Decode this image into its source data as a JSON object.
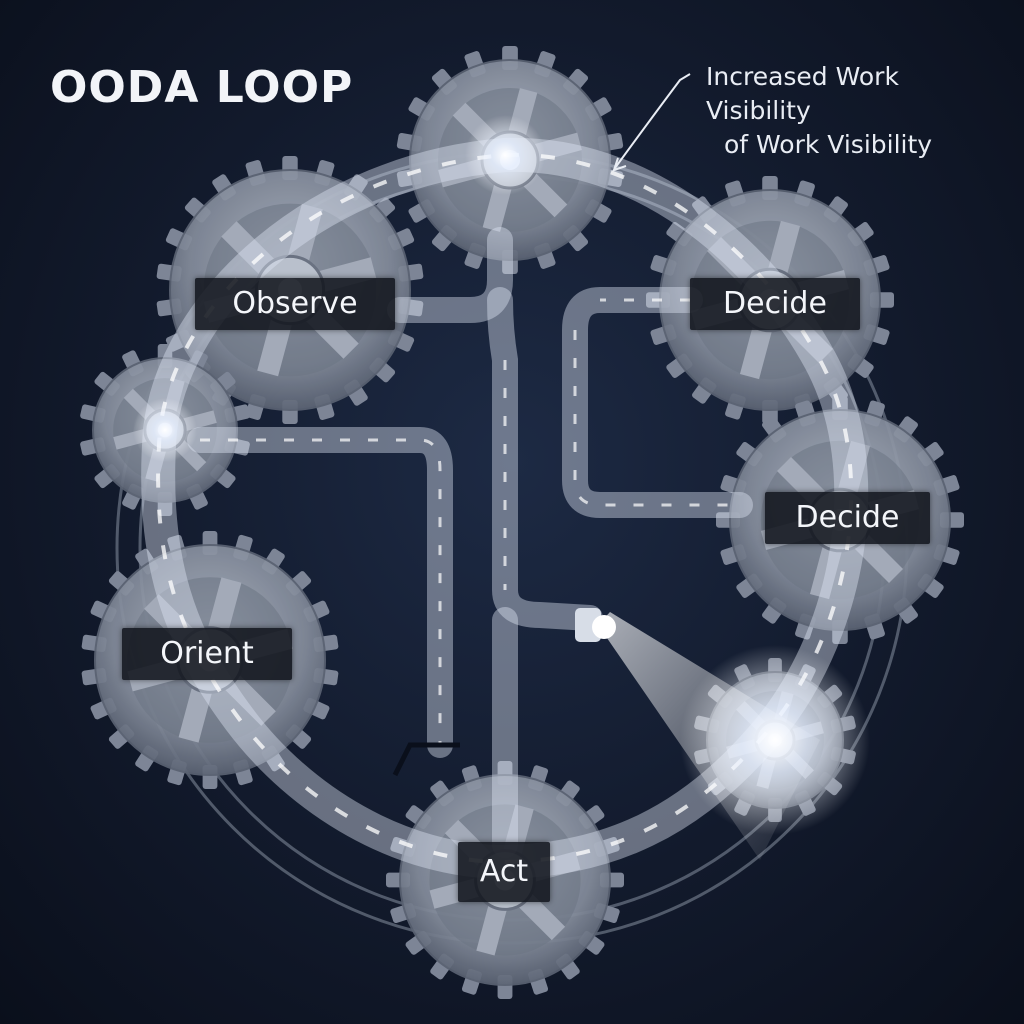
{
  "title": "OODA LOOP",
  "annotation": {
    "line1": "Increased Work Visibility",
    "line2": "of Work Visibility"
  },
  "stages": {
    "observe": "Observe",
    "decide_top": "Decide",
    "decide_right": "Decide",
    "orient": "Orient",
    "act": "Act"
  },
  "colors": {
    "background": "#121a2c",
    "gear": "#8f97a6",
    "pipe": "#d8e2f0",
    "label_bg": "#12161e",
    "text": "#f4f6fa"
  }
}
